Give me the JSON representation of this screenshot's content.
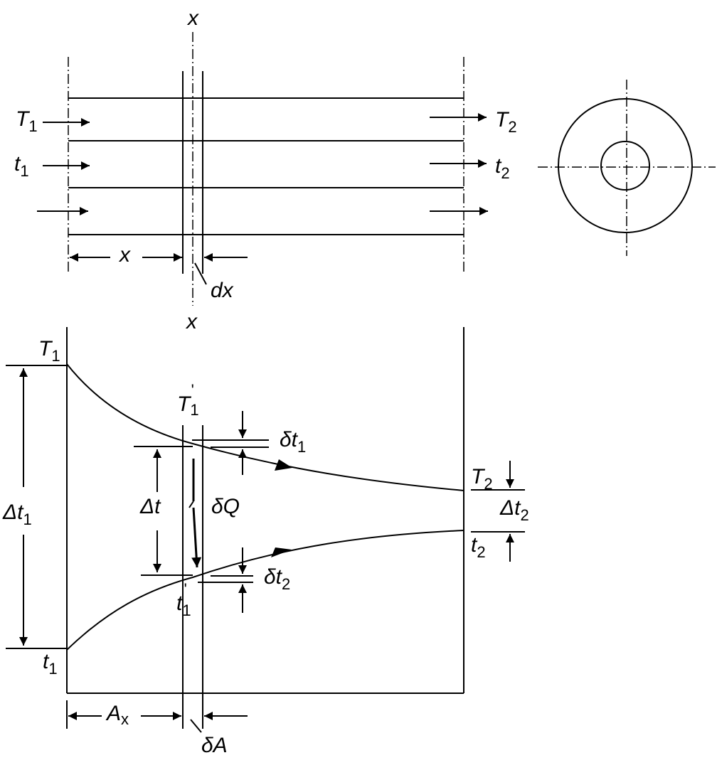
{
  "labels": {
    "section_x_top": "x",
    "section_x_bottom": "x",
    "T1_in": {
      "main": "T",
      "sub": "1"
    },
    "t1_in": {
      "main": "t",
      "sub": "1"
    },
    "T2_out": {
      "main": "T",
      "sub": "2"
    },
    "t2_out": {
      "main": "t",
      "sub": "2"
    },
    "x_distance": "x",
    "dx": "dx",
    "graph_T1": {
      "main": "T",
      "sub": "1"
    },
    "graph_t1": {
      "main": "t",
      "sub": "1"
    },
    "graph_T2": {
      "main": "T",
      "sub": "2"
    },
    "graph_t2": {
      "main": "t",
      "sub": "2"
    },
    "T1_prime": {
      "main": "T",
      "sub": "1",
      "sup": "'"
    },
    "t1_prime": {
      "main": "t",
      "sub": "1",
      "sup": "'"
    },
    "delta_t1_big": {
      "main": "Δt",
      "sub": "1"
    },
    "delta_t2_big": {
      "main": "Δt",
      "sub": "2"
    },
    "delta_t": "Δt",
    "delta_Q": "δQ",
    "small_dt1": {
      "main": "δt",
      "sub": "1"
    },
    "small_dt2": {
      "main": "δt",
      "sub": "2"
    },
    "A_x": {
      "main": "A",
      "sub": "x"
    },
    "delta_A": "δA"
  }
}
